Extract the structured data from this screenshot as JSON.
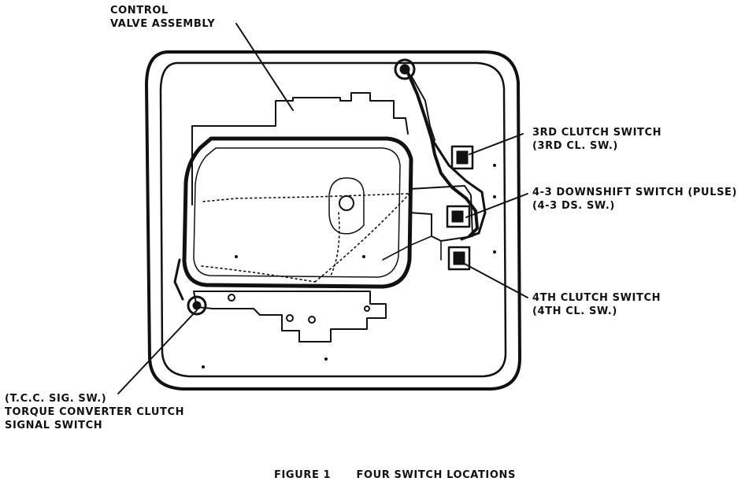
{
  "labels": {
    "control_valve": [
      "CONTROL",
      "VALVE ASSEMBLY"
    ],
    "third_clutch": [
      "3RD CLUTCH SWITCH",
      "(3RD CL. SW.)"
    ],
    "downshift": [
      "4-3 DOWNSHIFT SWITCH (PULSE)",
      "(4-3 DS. SW.)"
    ],
    "fourth_clutch": [
      "4TH CLUTCH SWITCH",
      "(4TH CL. SW.)"
    ],
    "tcc": [
      "(T.C.C. SIG. SW.)",
      "TORQUE CONVERTER CLUTCH",
      "SIGNAL SWITCH"
    ]
  },
  "caption": {
    "figure": "FIGURE 1",
    "title": "FOUR SWITCH LOCATIONS"
  }
}
